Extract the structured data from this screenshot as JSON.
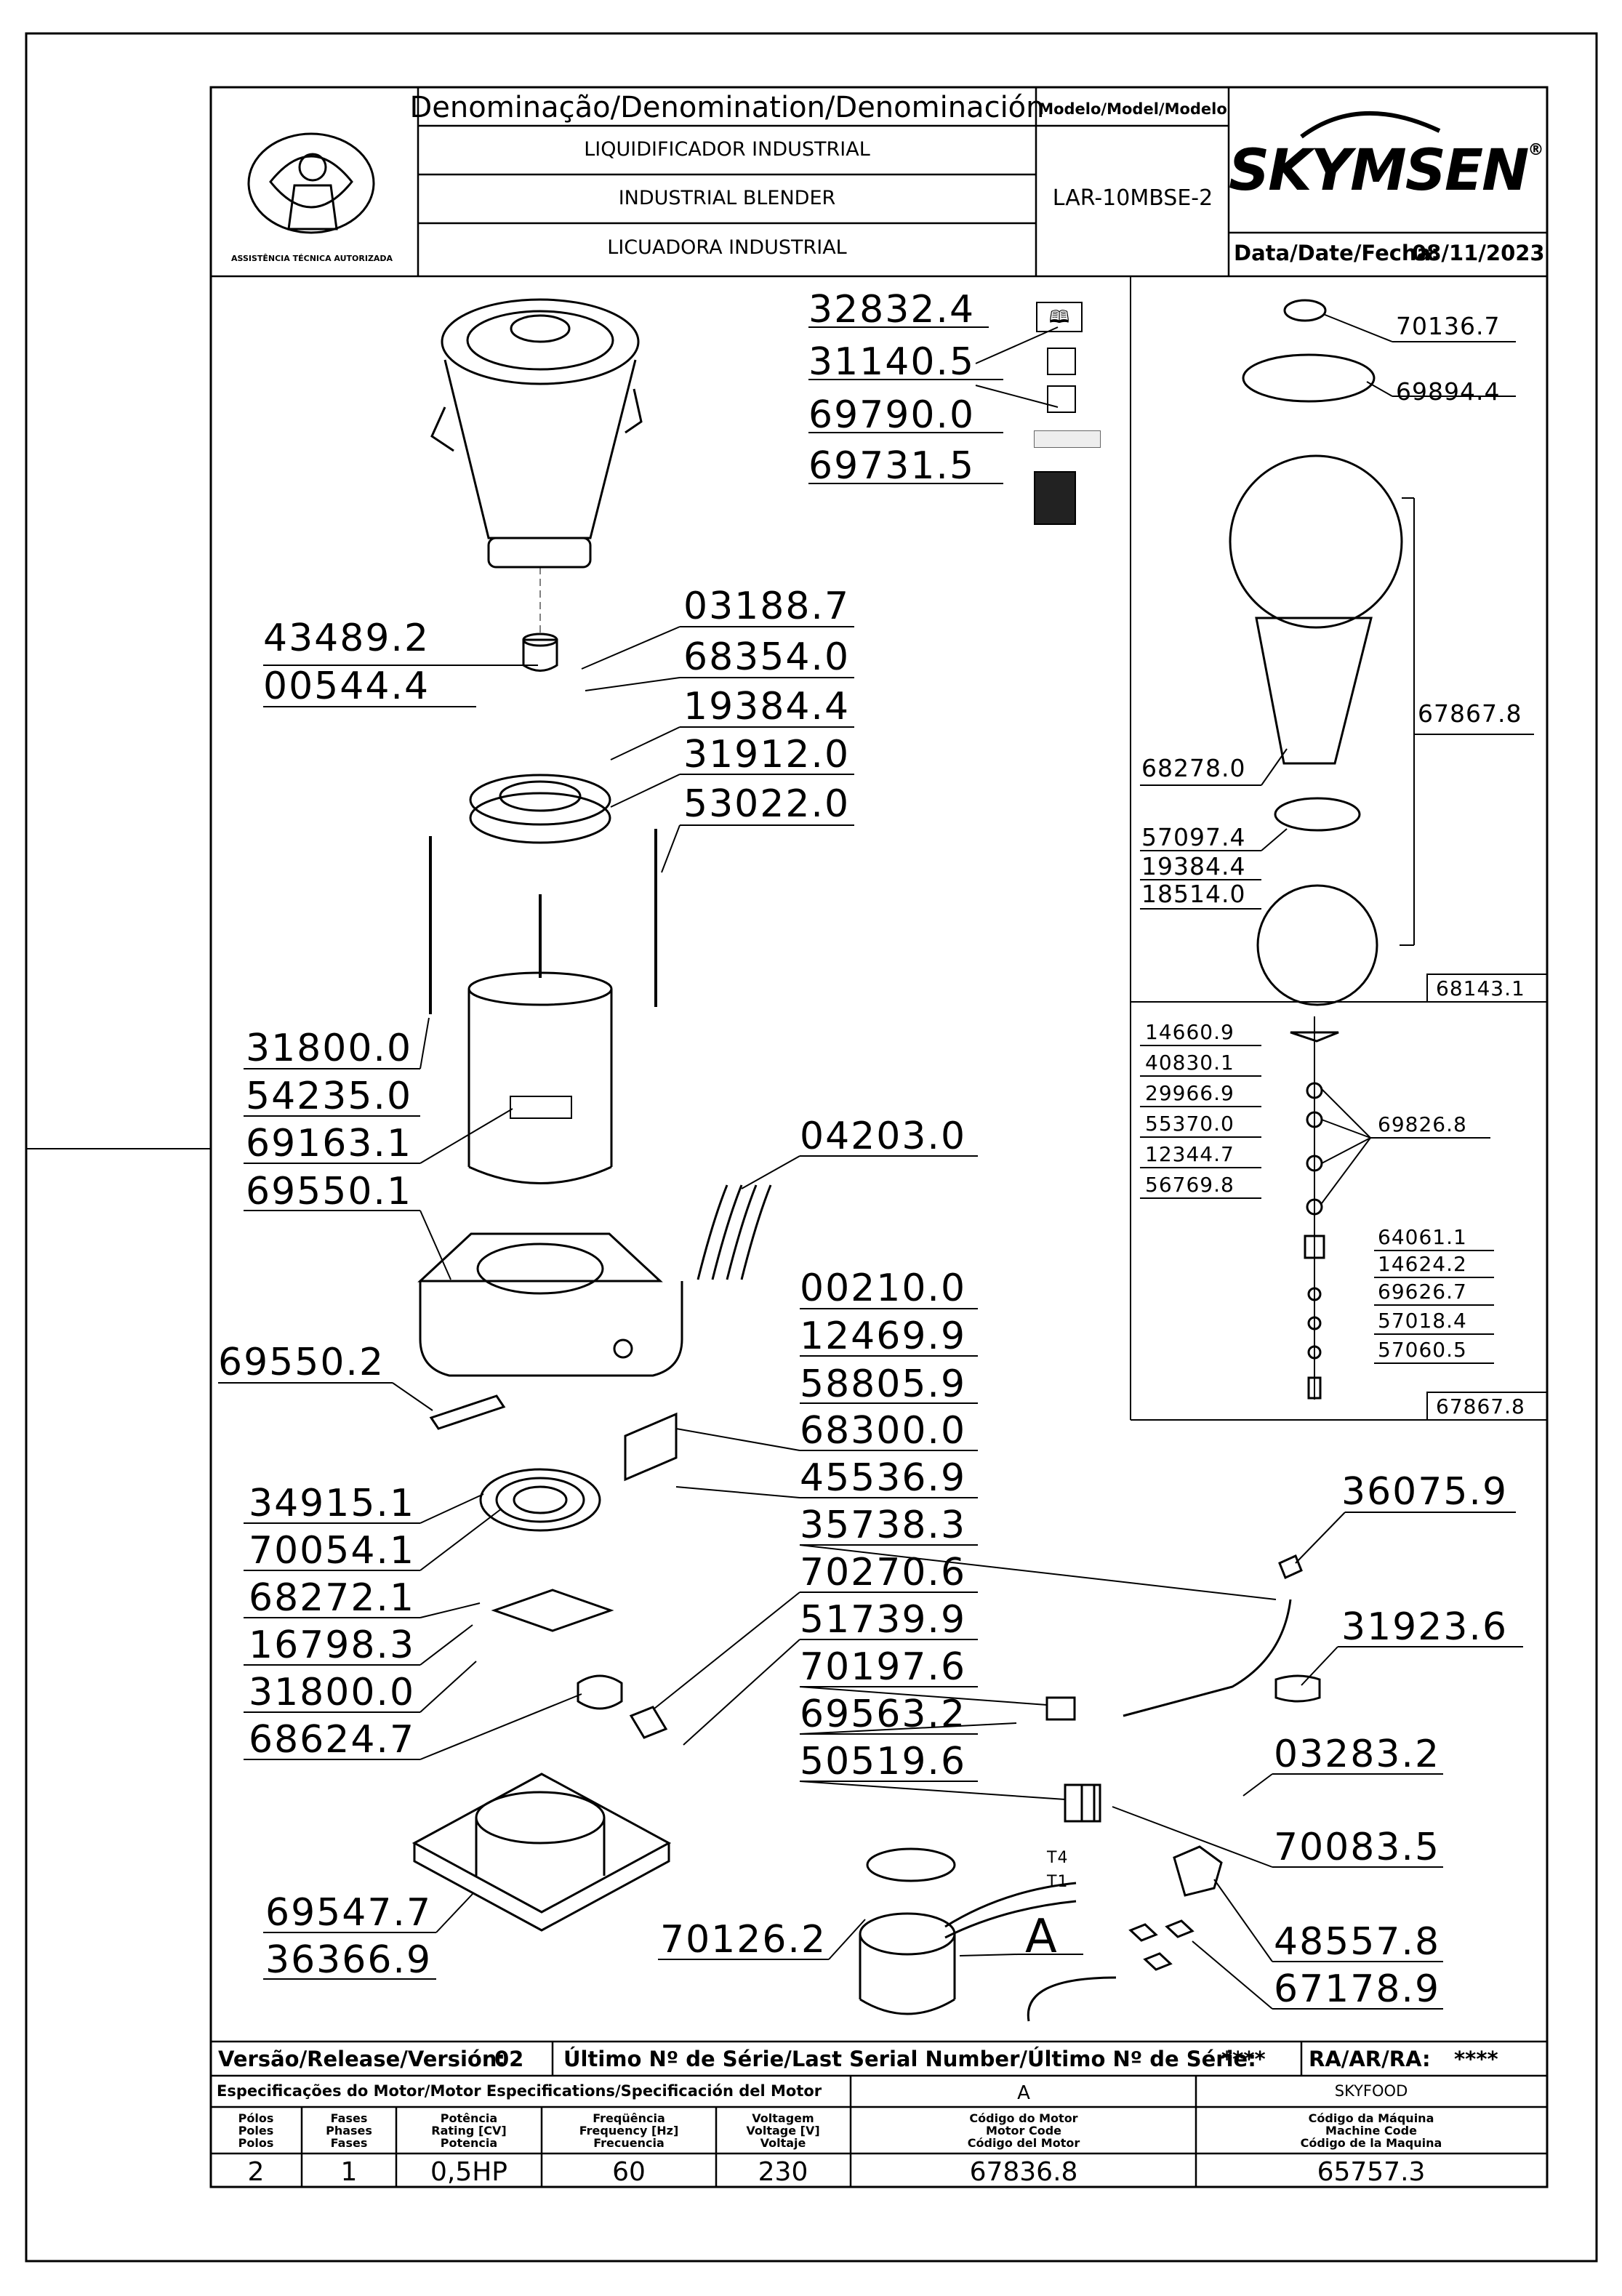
{
  "header": {
    "denomination_heading": "Denominação/Denomination/Denominación",
    "name_pt": "LIQUIDIFICADOR INDUSTRIAL",
    "name_en": "INDUSTRIAL BLENDER",
    "name_es": "LICUADORA INDUSTRIAL",
    "model_heading": "Modelo/Model/Modelo",
    "model_value": "LAR-10MBSE-2",
    "date_label": "Data/Date/Fecha:",
    "date_value": "08/11/2023",
    "brand": "SKYMSEN",
    "brand_mark": "®",
    "logo_text": "ASSISTÊNCIA TÉCNICA AUTORIZADA"
  },
  "callouts": {
    "p32832_4": "32832.4",
    "p31140_5": "31140.5",
    "p69790_0": "69790.0",
    "p69731_5": "69731.5",
    "p43489_2": "43489.2",
    "p00544_4": "00544.4",
    "p03188_7": "03188.7",
    "p68354_0": "68354.0",
    "p19384_4": "19384.4",
    "p31912_0": "31912.0",
    "p53022_0": "53022.0",
    "p31800_0a": "31800.0",
    "p54235_0": "54235.0",
    "p69163_1": "69163.1",
    "p69550_1": "69550.1",
    "p04203_0": "04203.0",
    "p69550_2": "69550.2",
    "p00210_0": "00210.0",
    "p12469_9": "12469.9",
    "p58805_9": "58805.9",
    "p68300_0": "68300.0",
    "p45536_9": "45536.9",
    "p35738_3": "35738.3",
    "p34915_1": "34915.1",
    "p70054_1": "70054.1",
    "p70270_6": "70270.6",
    "p51739_9": "51739.9",
    "p68272_1": "68272.1",
    "p16798_3": "16798.3",
    "p31800_0b": "31800.0",
    "p68624_7": "68624.7",
    "p70197_6": "70197.6",
    "p69563_2": "69563.2",
    "p50519_6": "50519.6",
    "p36075_9": "36075.9",
    "p31923_6": "31923.6",
    "p03283_2": "03283.2",
    "p70083_5": "70083.5",
    "p48557_8": "48557.8",
    "p67178_9": "67178.9",
    "p69547_7": "69547.7",
    "p36366_9": "36366.9",
    "p70126_2": "70126.2",
    "letter_a": "A",
    "wire_t4": "T4",
    "wire_t1": "T1"
  },
  "detail_top": {
    "p70136_7": "70136.7",
    "p69894_4": "69894.4",
    "p67867_8": "67867.8",
    "p68278_0": "68278.0",
    "p57097_4": "57097.4",
    "p19384_4": "19384.4",
    "p18514_0": "18514.0",
    "box_label": "68143.1"
  },
  "detail_bottom": {
    "p14660_9": "14660.9",
    "p40830_1": "40830.1",
    "p29966_9": "29966.9",
    "p55370_0": "55370.0",
    "p12344_7": "12344.7",
    "p56769_8": "56769.8",
    "p69826_8": "69826.8",
    "p64061_1": "64061.1",
    "p14624_2": "14624.2",
    "p69626_7": "69626.7",
    "p57018_4": "57018.4",
    "p57060_5": "57060.5",
    "box_label": "67867.8"
  },
  "footer": {
    "release_label": "Versão/Release/Versión:",
    "release_value": "02",
    "serial_label": "Último Nº de Série/Last Serial Number/Último Nº de Série:",
    "serial_value": "****",
    "ra_label": "RA/AR/RA:",
    "ra_value": "****",
    "motor_spec_label": "Especificações do Motor/Motor Especifications/Specificación del Motor",
    "motor_group": "A",
    "brand_group": "SKYFOOD",
    "columns": [
      {
        "label": "Pólos\nPoles\nPolos",
        "value": "2"
      },
      {
        "label": "Fases\nPhases\nFases",
        "value": "1"
      },
      {
        "label": "Potência\nRating [CV]\nPotencia",
        "value": "0,5HP"
      },
      {
        "label": "Freqüência\nFrequency [Hz]\nFrecuencia",
        "value": "60"
      },
      {
        "label": "Voltagem\nVoltage [V]\nVoltaje",
        "value": "230"
      },
      {
        "label": "Código do Motor\nMotor Code\nCódigo del Motor",
        "value": "67836.8"
      },
      {
        "label": "Código da Máquina\nMachine Code\nCódigo de la Maquina",
        "value": "65757.3"
      }
    ]
  }
}
